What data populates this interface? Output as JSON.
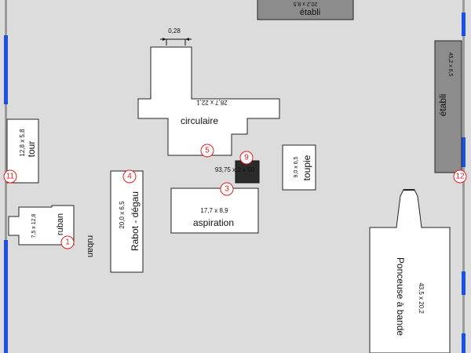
{
  "dimension": {
    "label": "0,28"
  },
  "labels": {
    "etabli_top_dim": "20,2 x 8,5",
    "etabli_top": "établi",
    "circulaire_dim": "28,7 x 22,1",
    "circulaire": "circulaire",
    "tour_dim": "12,8 x 5,8",
    "tour": "tour",
    "ruban_dim": "7,5 x 12,8",
    "ruban": "ruban",
    "ruban_outside": "ruban",
    "rabot_dim": "20,0 x 6,5",
    "rabot": "Rabot - dégau",
    "aspiration_dim": "17,7 x 8,9",
    "aspiration": "aspiration",
    "box9_dim": "93,75 x 2 x 50",
    "toupie_dim": "9,0 x 6,5",
    "toupie": "toupie",
    "etabli_right_dim": "45,2 x 6,5",
    "etabli_right": "établi",
    "ponceuse": "Ponceuse à bande",
    "ponceuse_dim": "43,5 x 20,2"
  },
  "markers": {
    "m1": "1",
    "m3": "3",
    "m4": "4",
    "m5": "5",
    "m9": "9",
    "m11": "11",
    "m12": "12"
  },
  "colors": {
    "floor": "#dcdcdc",
    "wall": "#999999",
    "window": "#1b50e6",
    "machine": "#ffffff",
    "bench": "#8c8c8c",
    "box9": "#2b2b2b",
    "marker": "#e02020"
  }
}
